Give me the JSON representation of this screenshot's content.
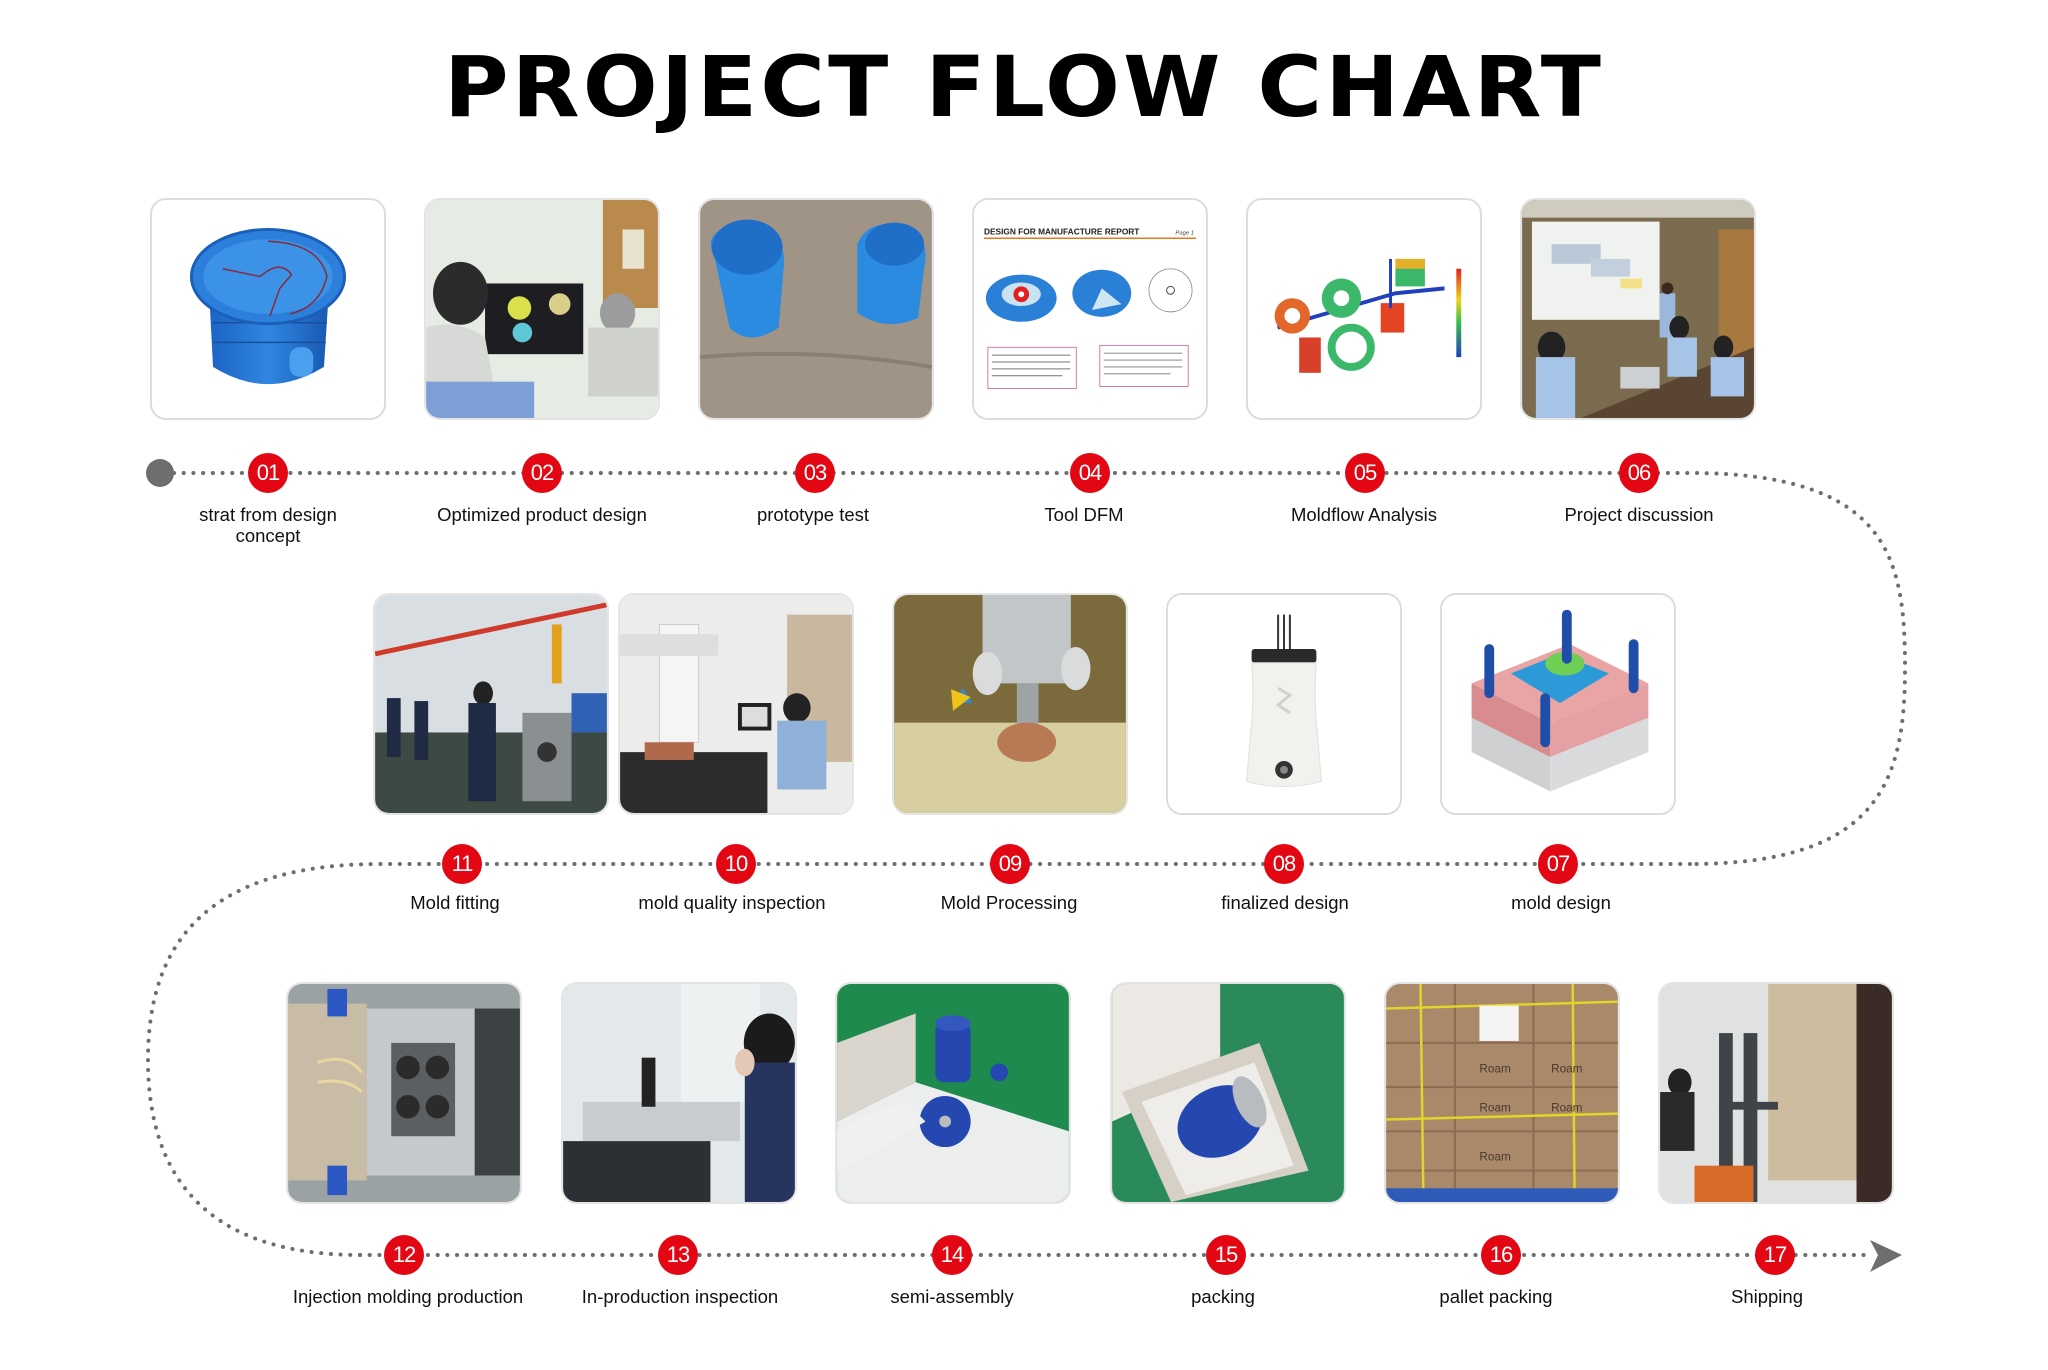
{
  "title": "PROJECT FLOW CHART",
  "colors": {
    "marker": "#e30613",
    "path_dots": "#6e6e6e",
    "start_dot": "#6e6e6e",
    "arrow": "#6e6e6e"
  },
  "steps": [
    {
      "num": "01",
      "label": "strat from design concept",
      "label_lines": [
        "strat from design",
        "concept"
      ],
      "image": "blue-cylinder-cad-render"
    },
    {
      "num": "02",
      "label": "Optimized product design",
      "image": "engineers-at-cad-workstation"
    },
    {
      "num": "03",
      "label": "prototype test",
      "image": "blue-plastic-prototypes"
    },
    {
      "num": "04",
      "label": "Tool DFM",
      "image": "dfm-report-page",
      "image_text": {
        "heading": "DESIGN FOR MANUFACTURE REPORT",
        "page": "Page 1"
      }
    },
    {
      "num": "05",
      "label": "Moldflow Analysis",
      "image": "moldflow-heatmap-simulation"
    },
    {
      "num": "06",
      "label": "Project discussion",
      "image": "team-meeting-projector"
    },
    {
      "num": "07",
      "label": "mold design",
      "image": "mold-assembly-cad-render"
    },
    {
      "num": "08",
      "label": "finalized design",
      "image": "white-product-render"
    },
    {
      "num": "09",
      "label": "Mold Processing",
      "image": "cnc-machining-closeup"
    },
    {
      "num": "10",
      "label": "mold quality inspection",
      "image": "cmm-inspection-station"
    },
    {
      "num": "11",
      "label": "Mold fitting",
      "image": "workers-fitting-mold"
    },
    {
      "num": "12",
      "label": "Injection molding production",
      "image": "injection-mold-in-machine"
    },
    {
      "num": "13",
      "label": "In-production inspection",
      "image": "operator-inspecting-parts"
    },
    {
      "num": "14",
      "label": "semi-assembly",
      "image": "gloved-hands-assembling-blue-part"
    },
    {
      "num": "15",
      "label": "packing",
      "image": "blue-product-in-gift-box"
    },
    {
      "num": "16",
      "label": "pallet packing",
      "image": "cartons-on-pallet",
      "image_text": {
        "brand": "Roam"
      }
    },
    {
      "num": "17",
      "label": "Shipping",
      "image": "forklift-loading-pallet"
    }
  ]
}
